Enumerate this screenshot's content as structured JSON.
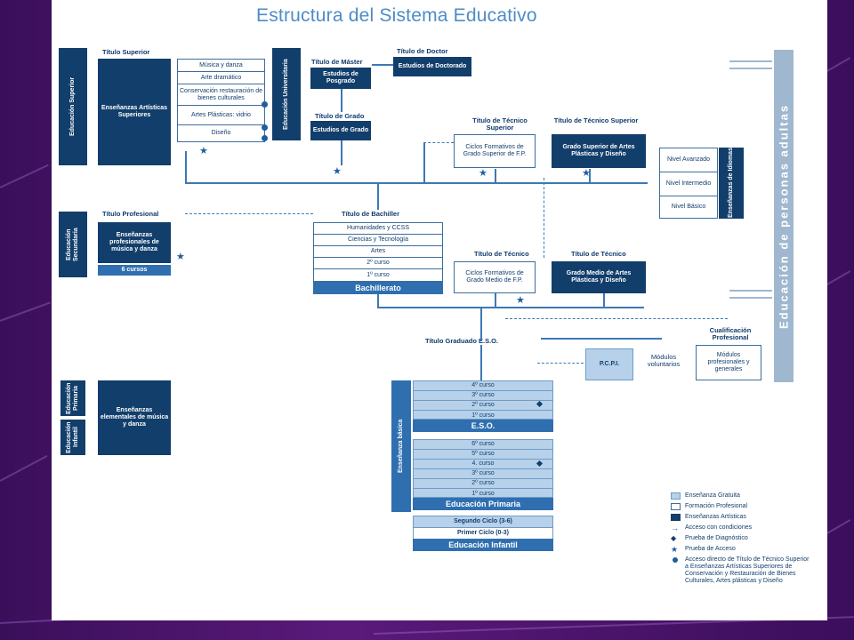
{
  "title": "Estructura del Sistema Educativo",
  "colors": {
    "dark": "#123e6b",
    "light": "#b7d1ea",
    "accent": "#2f6fb0",
    "title": "#4e8cc7"
  },
  "superior": {
    "side_label": "Educación Superior",
    "titulo_superior": "Título Superior",
    "ens_artisticas": "Enseñanzas Artísticas Superiores",
    "items": [
      "Música y danza",
      "Arte dramático",
      "Conservación restauración de bienes culturales",
      "Artes Plásticas: vidrio",
      "Diseño"
    ],
    "universitaria": "Educación Universitaria",
    "titulo_master": "Título de Máster",
    "estudios_posgrado": "Estudios de Posgrado",
    "titulo_doctor": "Título de Doctor",
    "estudios_doctorado": "Estudios de Doctorado",
    "titulo_grado": "Título de Grado",
    "estudios_grado": "Estudios de Grado",
    "titulo_tecnico_superior_1": "Título de Técnico Superior",
    "ciclos_gs": "Ciclos Formativos de Grado Superior de F.P.",
    "titulo_tecnico_superior_2": "Título de Técnico Superior",
    "grado_superior_artes": "Grado Superior de Artes Plásticas y Diseño"
  },
  "idiomas": {
    "label": "Enseñanzas de Idiomas",
    "levels": [
      "Nivel Avanzado",
      "Nivel Intermedio",
      "Nivel Básico"
    ]
  },
  "secundaria": {
    "side_label": "Educación Secundaria",
    "titulo_profesional": "Título Profesional",
    "ens_profesionales": "Enseñanzas profesionales de música y danza",
    "cursos": "6 cursos",
    "titulo_bachiller": "Título de Bachiller",
    "bach_rows": [
      "Humanidades y CCSS",
      "Ciencias y Tecnología",
      "Artes",
      "2º curso",
      "1º curso"
    ],
    "bachillerato": "Bachillerato",
    "titulo_tecnico_1": "Título de Técnico",
    "ciclos_gm": "Ciclos Formativos de Grado Medio de F.P.",
    "titulo_tecnico_2": "Título de Técnico",
    "grado_medio_artes": "Grado Medio de Artes Plásticas y Diseño",
    "cualificacion": "Cualificación Profesional",
    "modulos_prof": "Módulos profesionales y generales",
    "titulo_eso": "Título Graduado E.S.O.",
    "pcpi": "P.C.P.I.",
    "modulos_vol": "Módulos voluntarios"
  },
  "basica": {
    "side_label": "Enseñanza básica",
    "eso_rows": [
      "4º curso",
      "3º curso",
      "2º curso",
      "1º curso"
    ],
    "eso": "E.S.O.",
    "prim_rows": [
      "6º curso",
      "5º curso",
      "4. curso",
      "3º curso",
      "2º curso",
      "1º curso"
    ],
    "primaria": "Educación Primaria",
    "infantil_rows": [
      "Segundo Ciclo (3-6)",
      "Primer Ciclo (0-3)"
    ],
    "infantil": "Educación Infantil"
  },
  "elementales": {
    "label_primaria": "Educación Primaria",
    "label_infantil": "Educación Infantil",
    "text": "Enseñanzas elementales de música y danza"
  },
  "adultos": "Educación de personas adultas",
  "legend": [
    {
      "symbol": "light-box",
      "text": "Enseñanza Gratuita"
    },
    {
      "symbol": "white-box",
      "text": "Formación Profesional"
    },
    {
      "symbol": "dark-box",
      "text": "Enseñanzas Artísticas"
    },
    {
      "symbol": "arrow",
      "text": "Acceso con condiciones"
    },
    {
      "symbol": "diamond-arrow",
      "text": "Prueba de Diagnóstico"
    },
    {
      "symbol": "star",
      "text": "Prueba de Acceso"
    },
    {
      "symbol": "dot",
      "text": "Acceso directo de Título de Técnico Superior a Enseñanzas Artísticas Superiores de Conservación y Restauración de Bienes Culturales, Artes plásticas y Diseño"
    }
  ]
}
